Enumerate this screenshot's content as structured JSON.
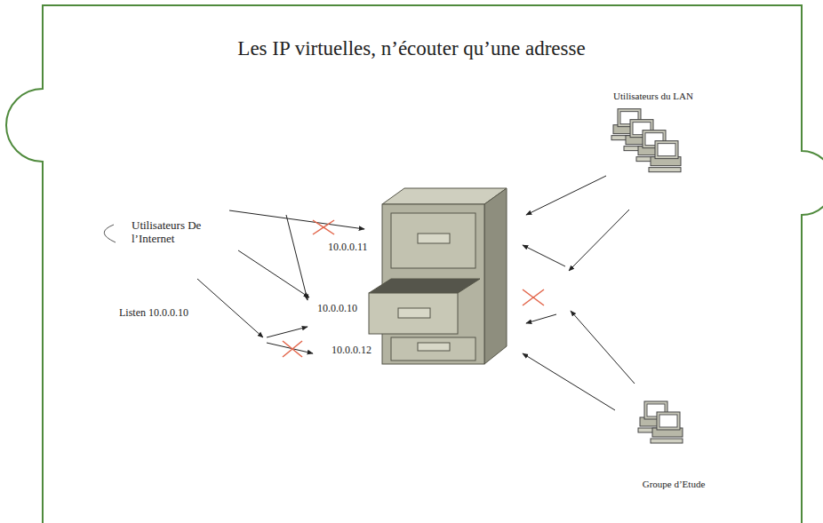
{
  "diagram": {
    "title": "Les IP virtuelles, n’écouter qu’une adresse",
    "nodes": [
      {
        "text": [
          "Utilisateurs De l’Internet"
        ]
      },
      {
        "text": [
          "Utilisateurs du LAN"
        ]
      },
      {
        "text": [
          "Groupe d’Etude"
        ]
      }
    ],
    "labels": [
      "10.0.0.11",
      "10.0.0.10",
      "10.0.0.12",
      "Listen 10.0.0.10"
    ]
  }
}
